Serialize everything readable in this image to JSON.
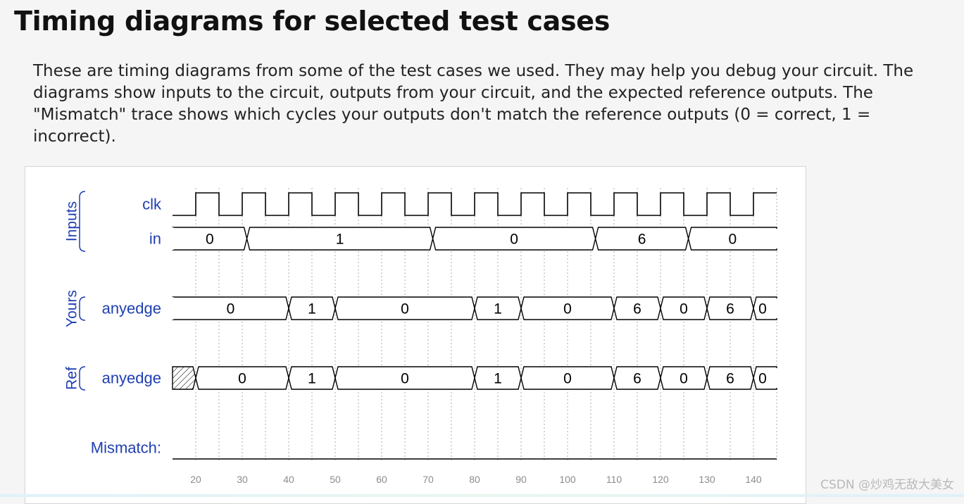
{
  "heading": "Timing diagrams for selected test cases",
  "intro": "These are timing diagrams from some of the test cases we used. They may help you debug your circuit. The diagrams show inputs to the circuit, outputs from your circuit, and the expected reference outputs. The \"Mismatch\" trace shows which cycles your outputs don't match the reference outputs (0 = correct, 1 = incorrect).",
  "watermark": "CSDN @炒鸡无敌大美女",
  "timing": {
    "groups": [
      {
        "label": "Inputs",
        "signals": [
          "clk",
          "in"
        ]
      },
      {
        "label": "Yours",
        "signals": [
          "anyedge"
        ]
      },
      {
        "label": "Ref",
        "signals": [
          "anyedge"
        ]
      }
    ],
    "mismatch_label": "Mismatch:",
    "time_axis": {
      "start": 15,
      "end": 145,
      "ticks": [
        20,
        30,
        40,
        50,
        60,
        70,
        80,
        90,
        100,
        110,
        120,
        130,
        140
      ]
    },
    "signals": [
      {
        "name": "clk",
        "group": "Inputs",
        "kind": "clock",
        "first_rise": 20,
        "period": 10
      },
      {
        "name": "in",
        "group": "Inputs",
        "kind": "bus",
        "segments": [
          {
            "from": 15,
            "to": 31,
            "value": "0"
          },
          {
            "from": 31,
            "to": 71,
            "value": "1"
          },
          {
            "from": 71,
            "to": 106,
            "value": "0"
          },
          {
            "from": 106,
            "to": 126,
            "value": "6"
          },
          {
            "from": 126,
            "to": 145,
            "value": "0"
          }
        ]
      },
      {
        "name": "anyedge",
        "group": "Yours",
        "kind": "bus",
        "segments": [
          {
            "from": 15,
            "to": 40,
            "value": "0"
          },
          {
            "from": 40,
            "to": 50,
            "value": "1"
          },
          {
            "from": 50,
            "to": 80,
            "value": "0"
          },
          {
            "from": 80,
            "to": 90,
            "value": "1"
          },
          {
            "from": 90,
            "to": 110,
            "value": "0"
          },
          {
            "from": 110,
            "to": 120,
            "value": "6"
          },
          {
            "from": 120,
            "to": 130,
            "value": "0"
          },
          {
            "from": 130,
            "to": 140,
            "value": "6"
          },
          {
            "from": 140,
            "to": 145,
            "value": "0"
          }
        ]
      },
      {
        "name": "anyedge",
        "group": "Ref",
        "kind": "bus",
        "segments": [
          {
            "from": 15,
            "to": 20,
            "value": "x"
          },
          {
            "from": 20,
            "to": 40,
            "value": "0"
          },
          {
            "from": 40,
            "to": 50,
            "value": "1"
          },
          {
            "from": 50,
            "to": 80,
            "value": "0"
          },
          {
            "from": 80,
            "to": 90,
            "value": "1"
          },
          {
            "from": 90,
            "to": 110,
            "value": "0"
          },
          {
            "from": 110,
            "to": 120,
            "value": "6"
          },
          {
            "from": 120,
            "to": 130,
            "value": "0"
          },
          {
            "from": 130,
            "to": 140,
            "value": "6"
          },
          {
            "from": 140,
            "to": 145,
            "value": "0"
          }
        ]
      },
      {
        "name": "Mismatch",
        "group": "",
        "kind": "level",
        "level": 0
      }
    ],
    "colors": {
      "label": "#1f3fb0",
      "trace": "#000000",
      "grid": "#9a9a9a",
      "tick_text": "#8c8c8c"
    }
  }
}
